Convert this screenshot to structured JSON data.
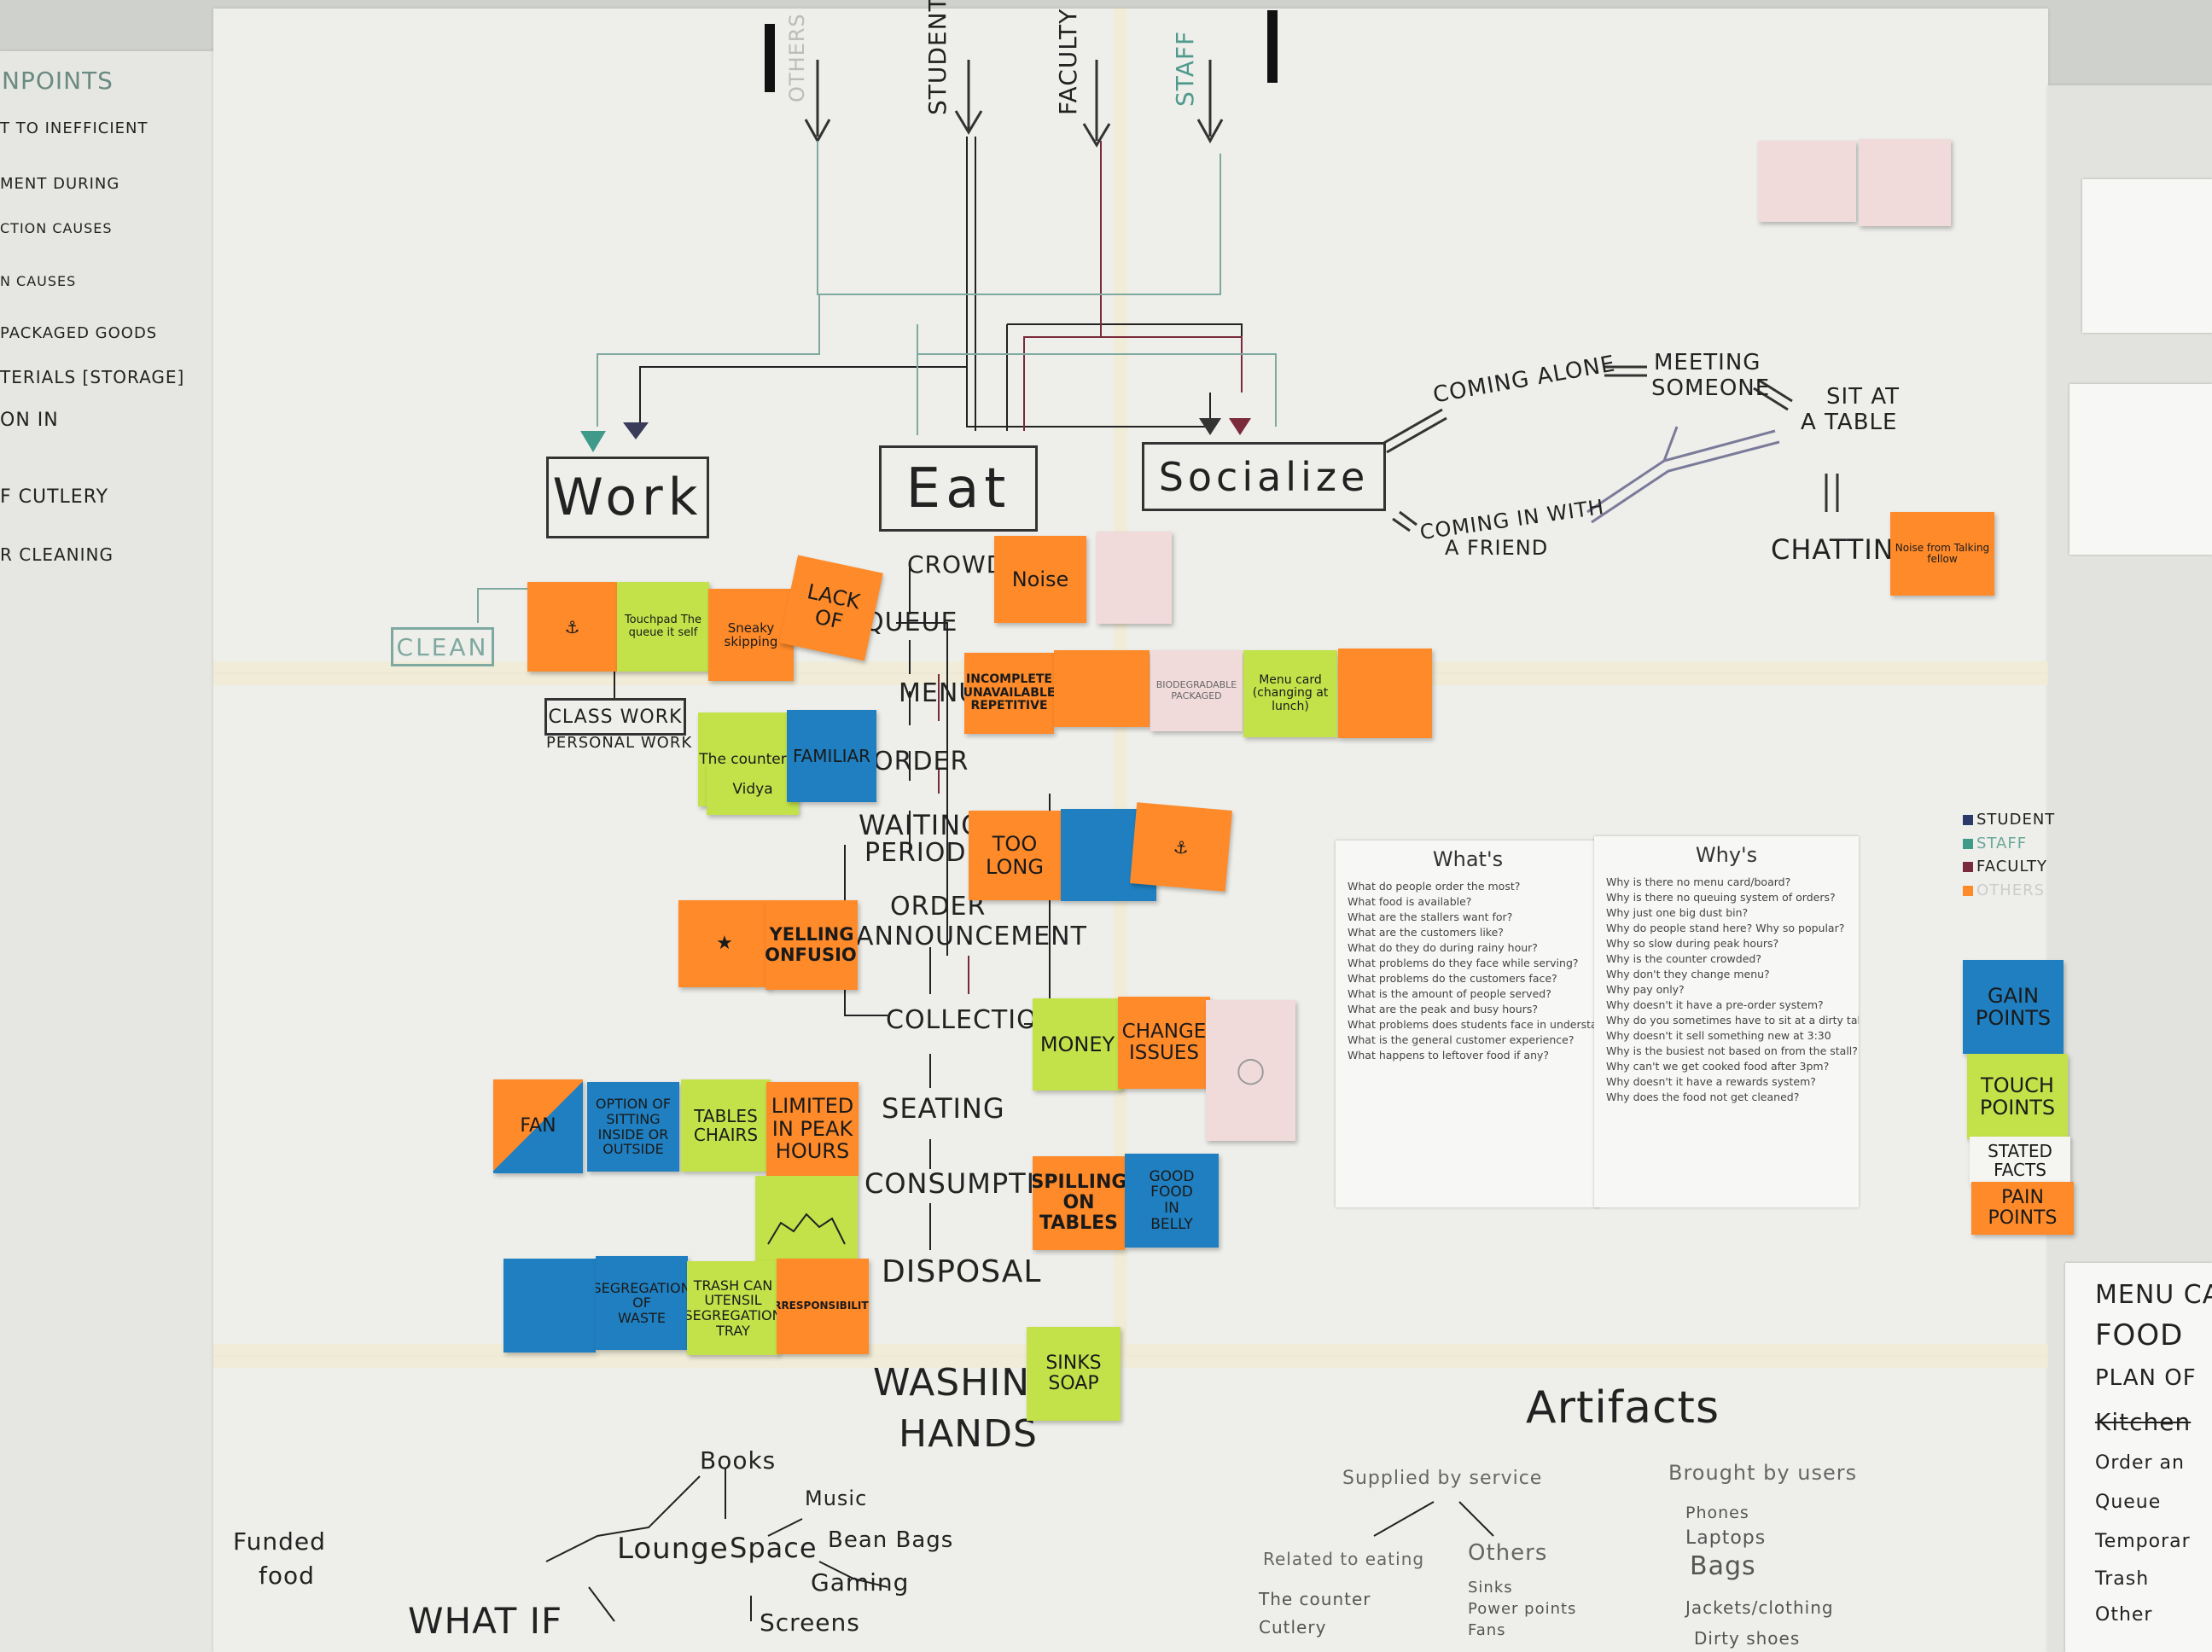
{
  "colors": {
    "orange_note": "#ff8a2a",
    "green_note": "#c3e24a",
    "blue_note": "#1f7fc0",
    "pink_note": "#f1dada",
    "student_marker": "#333333",
    "staff_marker": "#3f9a8a",
    "faculty_marker": "#7a2a3a"
  },
  "left_panel": {
    "title": "NPOINTS",
    "items": [
      "T TO INEFFICIENT",
      "MENT DURING",
      "CTION CAUSES",
      "N CAUSES",
      "PACKAGED GOODS",
      "TERIALS [STORAGE]",
      "ON IN",
      "F CUTLERY",
      "R CLEANING"
    ]
  },
  "users": {
    "student": "STUDENT",
    "faculty": "FACULTY",
    "staff": "STAFF",
    "others": "OTHERS"
  },
  "categories": {
    "work": "Work",
    "eat": "Eat",
    "socialize": "Socialize",
    "clean": "CLEAN",
    "classwork": "CLASS WORK",
    "personal_work": "PERSONAL WORK"
  },
  "eat_steps": [
    "CROWD",
    "QUEUE",
    "MENU",
    "ORDER",
    "WAITING PERIOD",
    "ORDER ANNOUNCEMENT",
    "COLLECTION",
    "SEATING",
    "CONSUMPTION",
    "DISPOSAL"
  ],
  "step_waiting": [
    "WAITING",
    "PERIOD"
  ],
  "step_announcement": [
    "ORDER",
    "ANNOUNCEMENT"
  ],
  "washing": [
    "WASHING",
    "HANDS"
  ],
  "socialize_map": {
    "coming_alone": "COMING ALONE",
    "meeting": [
      "MEETING",
      "SOMEONE"
    ],
    "sit": [
      "SIT AT",
      "A TABLE"
    ],
    "with_friend": [
      "COMING IN WITH",
      "A FRIEND"
    ],
    "chatting": "CHATTING"
  },
  "notes": {
    "noise": "Noise",
    "lack_of": [
      "LACK",
      "OF"
    ],
    "touchpad": "Touchpad The queue it self",
    "sneaky": "Sneaky skipping",
    "incomplete": [
      "INCOMPLETE",
      "UNAVAILABLE",
      "REPETITIVE"
    ],
    "packaged": [
      "BIODEGRADABLE",
      "PACKAGED"
    ],
    "menu_card": "Menu card (changing at lunch)",
    "the_counter": "The counter",
    "vidya": "Vidya",
    "familiar": "FAMILIAR",
    "too_long": [
      "TOO",
      "LONG"
    ],
    "yelling": [
      "YELLING",
      "CONFUSION"
    ],
    "money": "MONEY",
    "change": [
      "CHANGE",
      "ISSUES"
    ],
    "fan": "FAN",
    "option_sitting": [
      "OPTION OF",
      "SITTING",
      "INSIDE OR",
      "OUTSIDE"
    ],
    "tables_chairs": [
      "TABLES",
      "CHAIRS"
    ],
    "limited": [
      "LIMITED",
      "IN PEAK",
      "HOURS"
    ],
    "spilling": [
      "SPILLING",
      "ON",
      "TABLES"
    ],
    "good_food": [
      "GOOD",
      "FOOD",
      "IN",
      "BELLY"
    ],
    "segregation": [
      "SEGREGATION",
      "OF",
      "WASTE"
    ],
    "trash": [
      "TRASH CAN",
      "UTENSIL",
      "SEGREGATION",
      "TRAY"
    ],
    "irresponsibility": "IRRESPONSIBILITY",
    "sinks": [
      "SINKS",
      "SOAP"
    ],
    "noise_chat": "Noise from Talking fellow"
  },
  "whats": {
    "title": "What's",
    "items": [
      "What do people order the most?",
      "What food is available?",
      "What are the stallers want for?",
      "What are the customers like?",
      "What do they do during rainy hour?",
      "What problems do they face while serving?",
      "What problems do the customers face?",
      "What is the amount of people served?",
      "What are the peak and busy hours?",
      "What problems does students face in understanding?",
      "What is the general customer experience?",
      "What happens to leftover food if any?"
    ]
  },
  "whys": {
    "title": "Why's",
    "items": [
      "Why is there no menu card/board?",
      "Why is there no queuing system of orders?",
      "Why just one big dust bin?",
      "Why do people stand here? Why so popular?",
      "Why so slow during peak hours?",
      "Why is the counter crowded?",
      "Why don't they change menu?",
      "Why pay only?",
      "Why doesn't it have a pre-order system?",
      "Why do you sometimes have to sit at a dirty table?",
      "Why doesn't it sell something new at 3:30",
      "Why is the busiest not based on from the stall?",
      "Why can't we get cooked food after 3pm?",
      "Why doesn't it have a rewards system?",
      "Why does the food not get cleaned?"
    ]
  },
  "legend": {
    "student": "STUDENT",
    "staff": "STAFF",
    "faculty": "FACULTY",
    "others": "OTHERS",
    "gain": [
      "GAIN",
      "POINTS"
    ],
    "touch": [
      "TOUCH",
      "POINTS"
    ],
    "stated": [
      "STATED",
      "FACTS"
    ],
    "pain": [
      "PAIN",
      "POINTS"
    ]
  },
  "artifacts": {
    "title": "Artifacts",
    "supplied": "Supplied by service",
    "brought": "Brought by users",
    "related": "Related to eating",
    "others": "Others",
    "related_items": [
      "The counter",
      "Cutlery"
    ],
    "other_items": [
      "Sinks",
      "Power points",
      "Fans"
    ],
    "brought_items": [
      "Phones",
      "Laptops",
      "Bags",
      "Jackets/clothing",
      "Dirty shoes"
    ]
  },
  "whatif": {
    "title": "WHAT IF",
    "funded": [
      "Funded",
      "food"
    ],
    "lounge": "Lounge",
    "space": "Space",
    "books": "Books",
    "music": "Music",
    "beanbags": "Bean Bags",
    "gaming": "Gaming",
    "screens": "Screens"
  },
  "right_panel": {
    "lines": [
      "MENU CA",
      "FOOD",
      "PLAN OF",
      "Kitchen",
      "Order an",
      "Queue",
      "Temporar",
      "Trash",
      "Other"
    ]
  }
}
